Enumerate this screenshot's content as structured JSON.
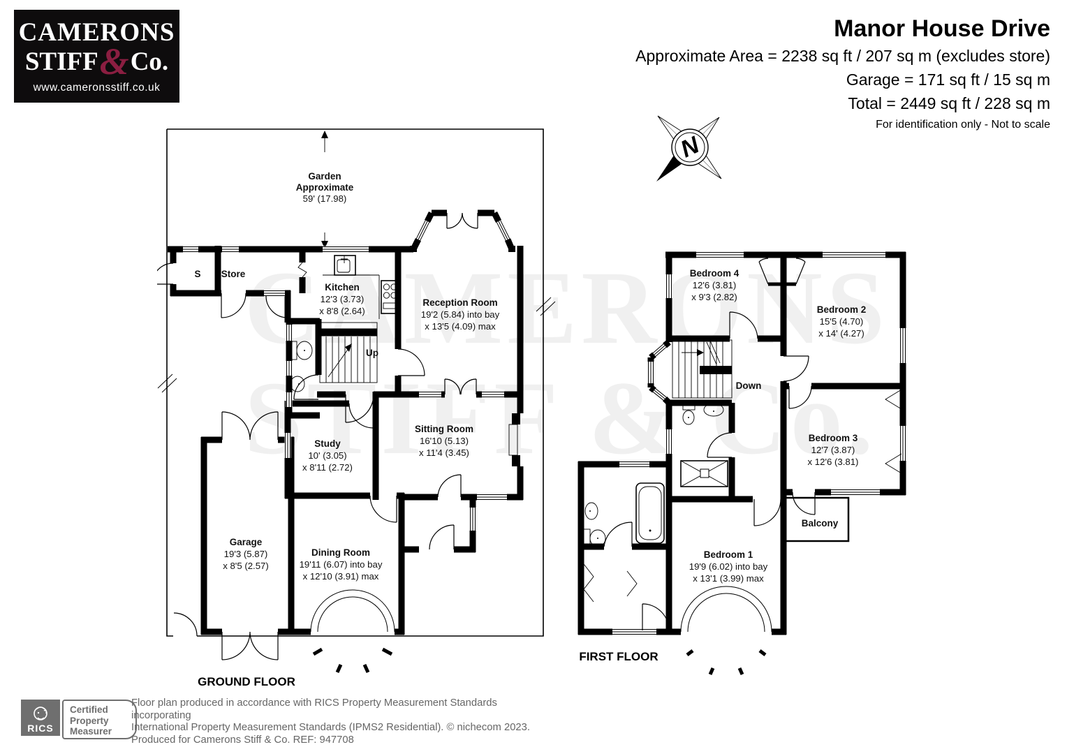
{
  "colors": {
    "accent": "#8b1e41",
    "wall": "#000000",
    "muted": "#666666",
    "logo_bg": "#0e0c0d",
    "rics_gray": "#6f6f6f"
  },
  "logo": {
    "line1": "CAMERONS",
    "line2_a": "STIFF",
    "amp": "&",
    "line2_b": "Co.",
    "website": "www.cameronsstiff.co.uk"
  },
  "header": {
    "title": "Manor House Drive",
    "area_line": "Approximate Area = 2238 sq ft / 207 sq m (excludes store)",
    "garage_line": "Garage = 171 sq ft / 15 sq m",
    "total_line": "Total = 2449 sq ft / 228 sq m",
    "note": "For identification only - Not to scale"
  },
  "compass": {
    "north_label": "N"
  },
  "watermark": {
    "line1": "CAMERONS",
    "line2": "STIFF & Co."
  },
  "ground_floor": {
    "title": "GROUND FLOOR",
    "garden": {
      "name": "Garden",
      "name2": "Approximate",
      "dim": "59' (17.98)"
    },
    "labels": {
      "s": "S",
      "store": "Store",
      "up": "Up"
    },
    "rooms": {
      "kitchen": {
        "name": "Kitchen",
        "d1": "12'3 (3.73)",
        "d2": "x 8'8 (2.64)"
      },
      "reception": {
        "name": "Reception Room",
        "d1": "19'2 (5.84) into bay",
        "d2": "x 13'5 (4.09) max"
      },
      "study": {
        "name": "Study",
        "d1": "10' (3.05)",
        "d2": "x 8'11 (2.72)"
      },
      "sitting": {
        "name": "Sitting Room",
        "d1": "16'10 (5.13)",
        "d2": "x 11'4 (3.45)"
      },
      "garage": {
        "name": "Garage",
        "d1": "19'3 (5.87)",
        "d2": "x 8'5 (2.57)"
      },
      "dining": {
        "name": "Dining Room",
        "d1": "19'11 (6.07) into bay",
        "d2": "x 12'10 (3.91) max"
      }
    }
  },
  "first_floor": {
    "title": "FIRST FLOOR",
    "labels": {
      "down": "Down",
      "balcony": "Balcony"
    },
    "rooms": {
      "bed4": {
        "name": "Bedroom 4",
        "d1": "12'6 (3.81)",
        "d2": "x 9'3 (2.82)"
      },
      "bed2": {
        "name": "Bedroom 2",
        "d1": "15'5 (4.70)",
        "d2": "x 14' (4.27)"
      },
      "bed3": {
        "name": "Bedroom 3",
        "d1": "12'7 (3.87)",
        "d2": "x 12'6 (3.81)"
      },
      "bed1": {
        "name": "Bedroom 1",
        "d1": "19'9 (6.02) into bay",
        "d2": "x 13'1 (3.99) max"
      }
    }
  },
  "footer": {
    "rics": "RICS",
    "badge1": "Certified",
    "badge2": "Property",
    "badge3": "Measurer",
    "line1": "Floor plan produced in accordance with RICS Property Measurement Standards incorporating",
    "line2": "International Property Measurement Standards (IPMS2 Residential).   © nichecom 2023.",
    "line3": "Produced for Camerons Stiff & Co.   REF: 947708"
  }
}
